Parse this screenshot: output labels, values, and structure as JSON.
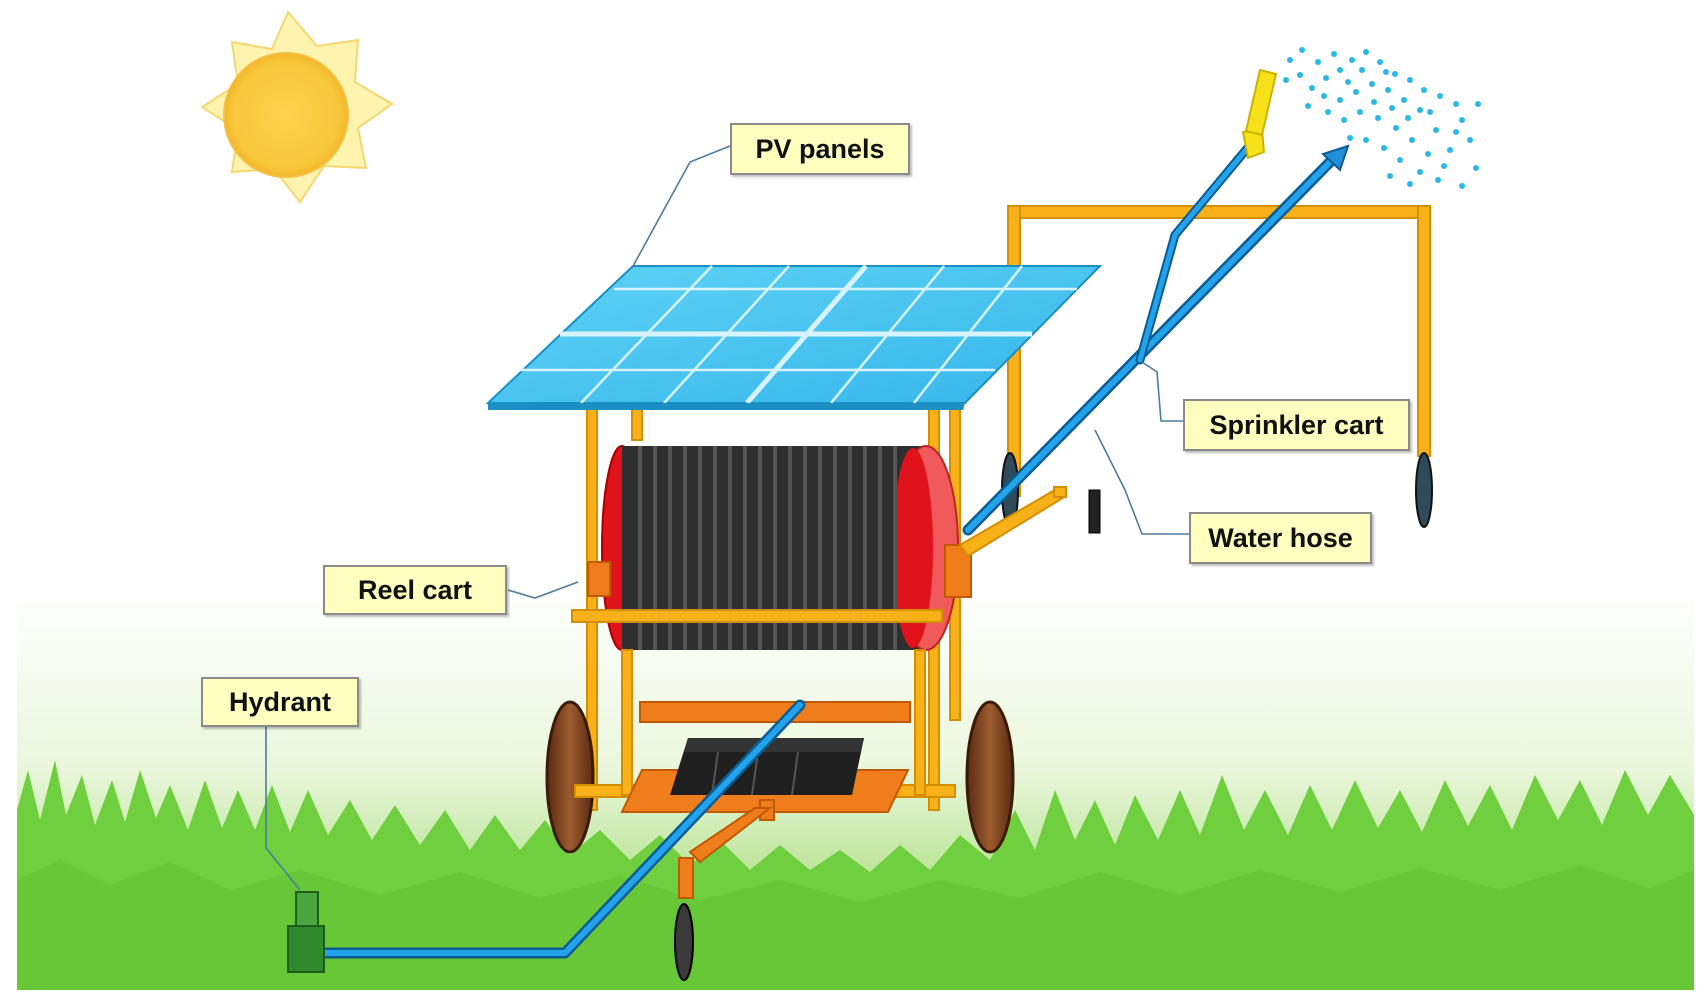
{
  "labels": {
    "pv_panels": "PV panels",
    "sprinkler_cart": "Sprinkler cart",
    "water_hose": "Water hose",
    "reel_cart": "Reel cart",
    "hydrant": "Hydrant"
  },
  "colors": {
    "sky": "#ffffff",
    "grass": "#6fcf3e",
    "sun": "#fbd250",
    "frame": "#f9b11a",
    "hose": "#1e8fd8",
    "reel_side": "#e0121b",
    "coil": "#2f2f2f",
    "panel": "#47c4f0",
    "wheel": "#7a3b1c",
    "spray": "#2bb8e8",
    "hydrant": "#3a9a35",
    "callout_fill": "#ffffc0"
  }
}
